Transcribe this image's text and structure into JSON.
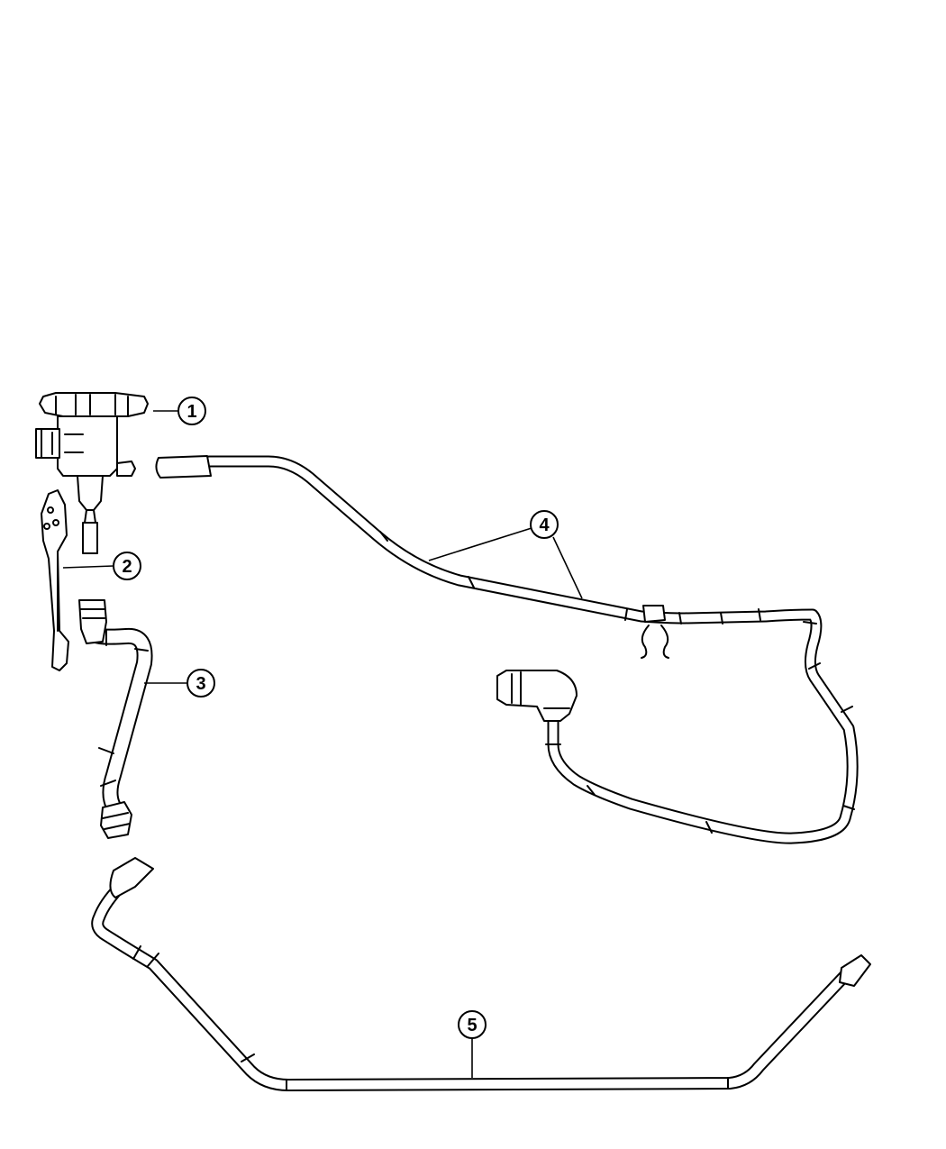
{
  "callouts": [
    {
      "id": "callout-1",
      "number": "1"
    },
    {
      "id": "callout-2",
      "number": "2"
    },
    {
      "id": "callout-3",
      "number": "3"
    },
    {
      "id": "callout-4",
      "number": "4"
    },
    {
      "id": "callout-5",
      "number": "5"
    }
  ]
}
